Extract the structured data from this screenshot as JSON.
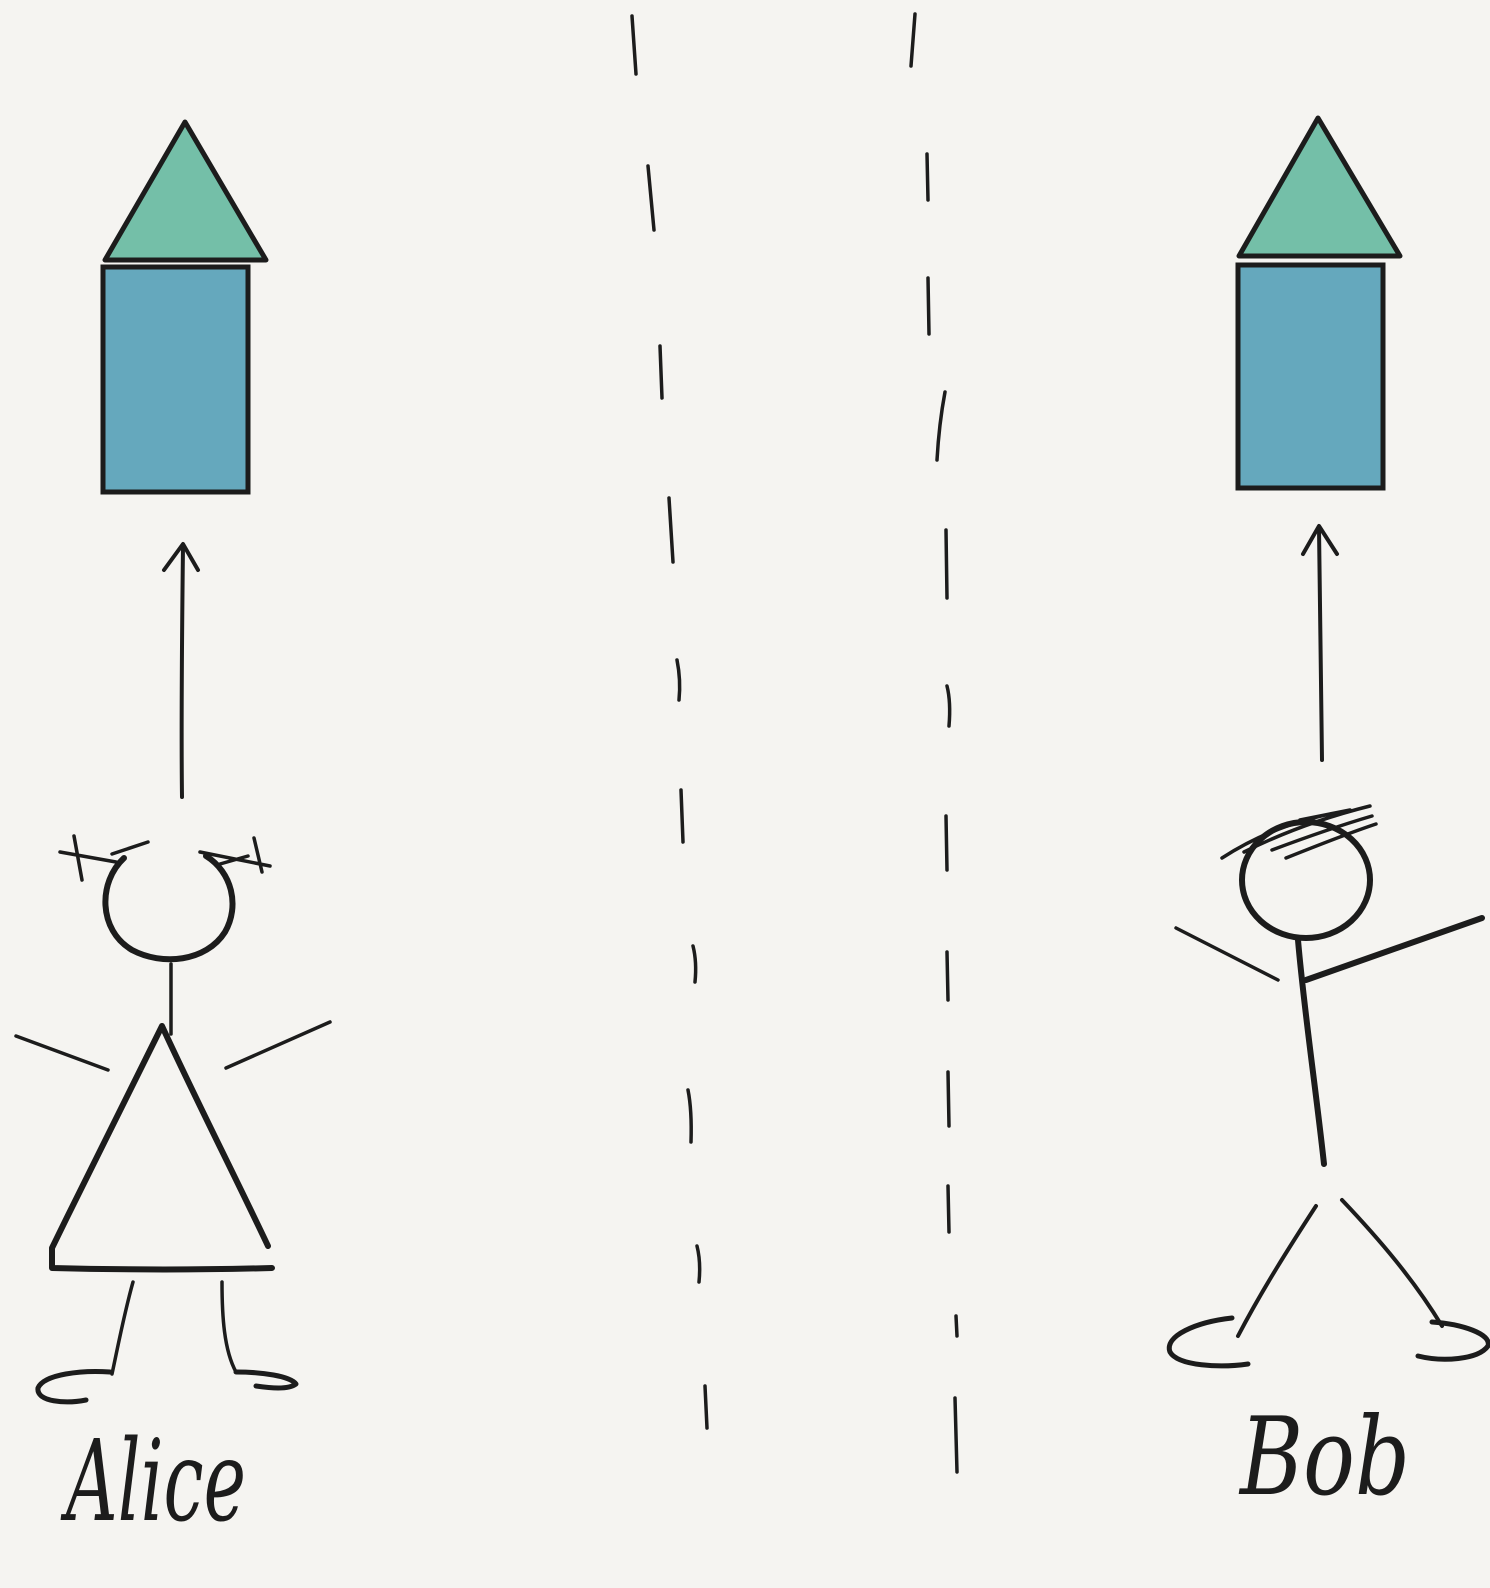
{
  "figures": [
    {
      "id": "alice",
      "name": "Alice",
      "kind": "stick-figure-girl",
      "target": "house",
      "arrow_direction": "up"
    },
    {
      "id": "bob",
      "name": "Bob",
      "kind": "stick-figure-boy",
      "target": "house",
      "arrow_direction": "up"
    }
  ],
  "colors": {
    "background": "#f5f4f1",
    "house_roof": "#74bfa8",
    "house_body": "#65a8bd",
    "ink": "#1c1c1c"
  },
  "separator": {
    "style": "dashed",
    "count": 2
  }
}
